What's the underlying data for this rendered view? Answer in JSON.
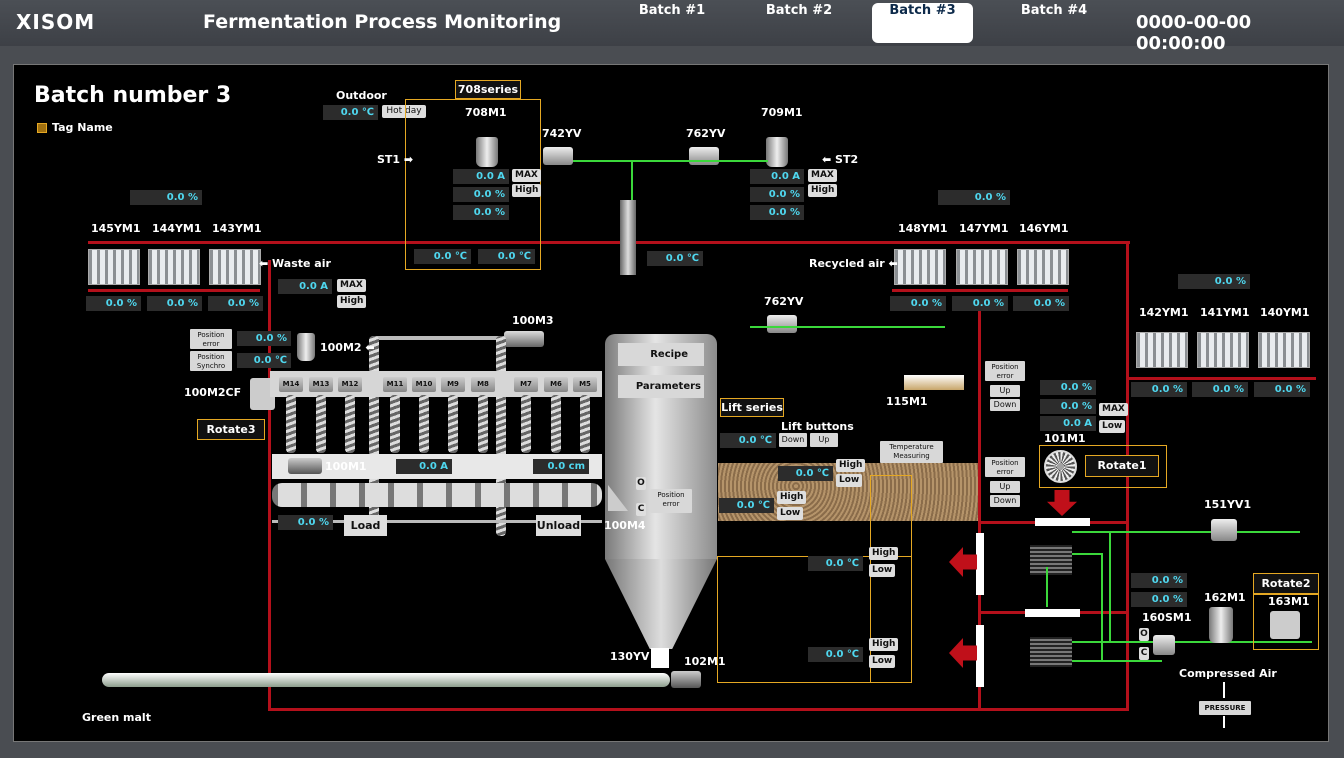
{
  "header": {
    "logo": "XISOM",
    "title": "Fermentation Process Monitoring",
    "tabs": [
      "Batch #1",
      "Batch #2",
      "Batch #3",
      "Batch #4"
    ],
    "active_tab": "Batch #3",
    "clock": "0000-00-00 00:00:00"
  },
  "batch_title": "Batch number 3",
  "legend_tag": "Tag Name",
  "outdoor": {
    "label": "Outdoor",
    "value": "0.0 ℃",
    "button": "Hot day"
  },
  "series708": {
    "label": "708series",
    "m1": "708M1",
    "m2": "709M1",
    "v1": "742YV",
    "v2": "762YV",
    "st1": "ST1",
    "st2": "ST2",
    "a1": "0.0 A",
    "p1": "0.0 %",
    "p2": "0.0 %",
    "a2": "0.0 A",
    "p3": "0.0 %",
    "p4": "0.0 %",
    "t1": "0.0 ℃",
    "t2": "0.0 ℃",
    "max": "MAX",
    "high": "High"
  },
  "left_fans": {
    "total": "0.0 %",
    "names": [
      "145YM1",
      "144YM1",
      "143YM1"
    ],
    "values": [
      "0.0 %",
      "0.0 %",
      "0.0 %"
    ],
    "waste": "Waste air",
    "amp": "0.0 A",
    "max": "MAX",
    "high": "High"
  },
  "mid_fans": {
    "total": "0.0 %",
    "names": [
      "148YM1",
      "147YM1",
      "146YM1"
    ],
    "values": [
      "0.0 %",
      "0.0 %",
      "0.0 %"
    ],
    "recycled": "Recycled air"
  },
  "right_fans": {
    "total": "0.0 %",
    "names": [
      "142YM1",
      "141YM1",
      "140YM1"
    ],
    "values": [
      "0.0 %",
      "0.0 %",
      "0.0 %"
    ]
  },
  "duct_temp": "0.0 ℃",
  "v762b": "762YV",
  "m100": {
    "m3": "100M3",
    "m2": "100M2",
    "cf": "100M2CF",
    "m1": "100M1",
    "pos_err": "Position error",
    "pos_sync": "Position Synchro",
    "pe_val": "0.0 %",
    "ps_val": "0.0 ℃",
    "rotate3": "Rotate3",
    "amp": "0.0 A",
    "cm": "0.0 cm",
    "load_val": "0.0 %",
    "load": "Load",
    "unload": "Unload",
    "m4": "100M4",
    "pos_err2": "Position error",
    "motors": [
      "M14",
      "M13",
      "M12",
      "M11",
      "M10",
      "M9",
      "M8",
      "M7",
      "M6",
      "M5"
    ]
  },
  "tank": {
    "recipe": "Recipe",
    "params": "Parameters",
    "yv": "130YV",
    "m102": "102M1",
    "o": "O",
    "c": "C"
  },
  "lift": {
    "series": "Lift series",
    "buttons": "Lift buttons",
    "t1": "0.0 ℃",
    "down": "Down",
    "up": "Up",
    "temp_meas": "Temperature Measuring",
    "t2": "0.0 ℃",
    "t3": "0.0 ℃",
    "t4": "0.0 ℃",
    "t5": "0.0 ℃",
    "high": "High",
    "low": "Low"
  },
  "m115": {
    "name": "115M1",
    "pos1": "Position error",
    "up": "Up",
    "down": "Down",
    "pos2": "Position error"
  },
  "m101": {
    "name": "101M1",
    "p1": "0.0 %",
    "p2": "0.0 %",
    "a": "0.0 A",
    "max": "MAX",
    "low": "Low",
    "rotate1": "Rotate1"
  },
  "yv151": "151YV1",
  "m160": {
    "p1": "0.0 %",
    "p2": "0.0 %",
    "name": "160SM1",
    "m162": "162M1",
    "m163": "163M1",
    "rotate2": "Rotate2",
    "air": "Compressed Air",
    "pressure": "PRESSURE",
    "o": "O",
    "c": "C"
  },
  "green_malt": "Green malt"
}
